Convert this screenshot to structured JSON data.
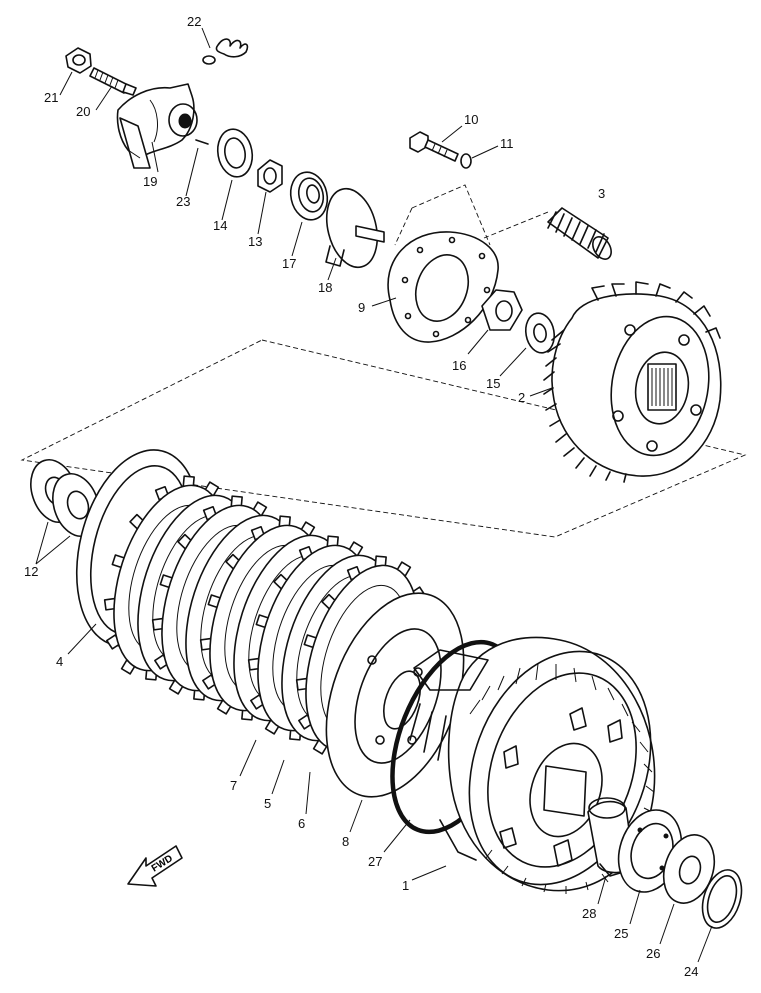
{
  "callouts": [
    {
      "num": "22"
    },
    {
      "num": "21"
    },
    {
      "num": "20"
    },
    {
      "num": "19"
    },
    {
      "num": "23"
    },
    {
      "num": "14"
    },
    {
      "num": "13"
    },
    {
      "num": "17"
    },
    {
      "num": "18"
    },
    {
      "num": "10"
    },
    {
      "num": "11"
    },
    {
      "num": "3"
    },
    {
      "num": "9"
    },
    {
      "num": "16"
    },
    {
      "num": "15"
    },
    {
      "num": "2"
    },
    {
      "num": "12"
    },
    {
      "num": "4"
    },
    {
      "num": "7"
    },
    {
      "num": "5"
    },
    {
      "num": "6"
    },
    {
      "num": "8"
    },
    {
      "num": "27"
    },
    {
      "num": "1"
    },
    {
      "num": "28"
    },
    {
      "num": "25"
    },
    {
      "num": "26"
    },
    {
      "num": "24"
    }
  ],
  "direction_marker": {
    "label": "FWD"
  },
  "colors": {
    "ink": "#111111",
    "paper": "#ffffff"
  }
}
